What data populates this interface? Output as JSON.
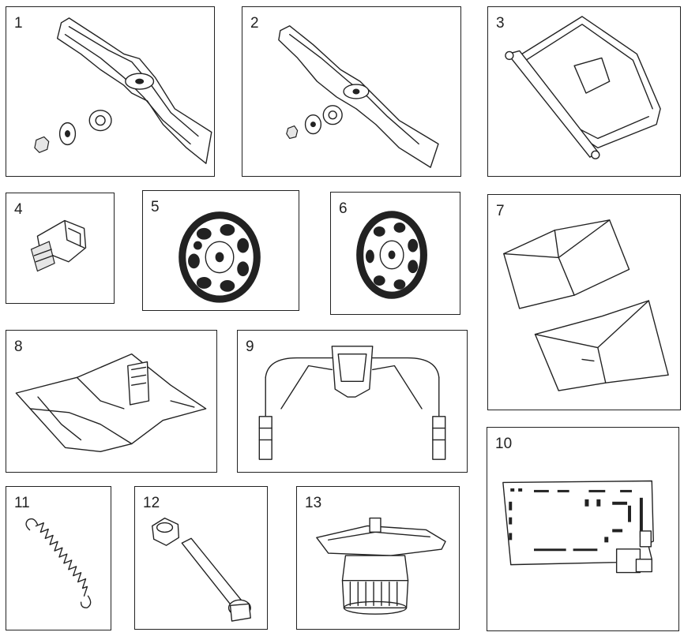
{
  "parts": [
    {
      "number": "1",
      "icon": "mower-blade-standard-icon"
    },
    {
      "number": "2",
      "icon": "mower-blade-alternate-icon"
    },
    {
      "number": "3",
      "icon": "rear-flap-icon"
    },
    {
      "number": "4",
      "icon": "safety-key-icon"
    },
    {
      "number": "5",
      "icon": "mulching-plug-icon"
    },
    {
      "number": "6",
      "icon": "rear-wheel-icon"
    },
    {
      "number": "7",
      "icon": "front-wheel-icon"
    },
    {
      "number": "8",
      "icon": "grass-catcher-bag-icon"
    },
    {
      "number": "9",
      "icon": "handle-assembly-icon"
    },
    {
      "number": "10",
      "icon": "tension-spring-icon"
    },
    {
      "number": "11",
      "icon": "bolt-and-nut-icon"
    },
    {
      "number": "12",
      "icon": "motor-assembly-icon"
    },
    {
      "number": "13",
      "icon": "circuit-board-icon"
    }
  ]
}
